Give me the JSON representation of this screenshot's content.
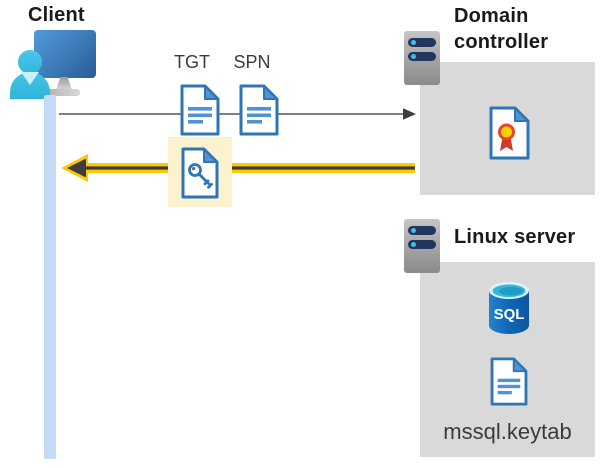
{
  "diagram": {
    "client": {
      "title": "Client"
    },
    "flow": {
      "tgt_label": "TGT",
      "spn_label": "SPN",
      "request_arrow": "client-to-domain-controller",
      "response_arrow": "domain-controller-to-client-highlighted"
    },
    "domain_controller": {
      "title": "Domain controller"
    },
    "linux_server": {
      "title": "Linux server",
      "sql_icon_label": "SQL",
      "keytab_file_label": "mssql.keytab"
    },
    "icons": {
      "client-computer-icon": "person in front of monitor",
      "server-icon": "gray server tower with two status bars",
      "document-icon": "document with folded corner and text lines",
      "key-document-icon": "document with key (service ticket)",
      "certificate-icon": "document with medal ribbon",
      "sql-database-icon": "blue SQL database cylinder"
    },
    "colors": {
      "accent_yellow": "#FFC800",
      "highlight_yellow": "#FBF3CF",
      "container_gray": "#D9D9D9",
      "document_blue": "#2E75B6",
      "document_line_blue": "#4F93D4",
      "sql_blue": "#0F66B4",
      "person_cyan": "#3DBFE2",
      "arrow_gray": "#6E6E6E",
      "arrow_dark": "#3E3D3B",
      "lifeline_blue": "#C5DCF6",
      "title_text": "#1A1A1A",
      "label_text": "#3B3B3B"
    }
  }
}
